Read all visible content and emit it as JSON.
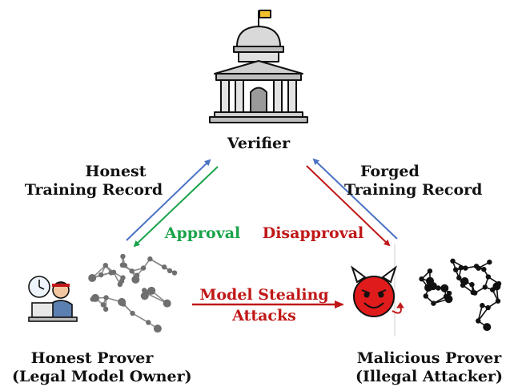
{
  "nodes": {
    "verifier": {
      "label": "Verifier"
    },
    "honest_prover": {
      "line1": "Honest Prover",
      "line2": "(Legal Model Owner)"
    },
    "malicious_prover": {
      "line1": "Malicious Prover",
      "line2": "(Illegal Attacker)"
    }
  },
  "edges": {
    "honest_record": {
      "line1": "Honest",
      "line2": "Training Record"
    },
    "approval": {
      "label": "Approval"
    },
    "forged_record": {
      "line1": "Forged",
      "line2": "Training Record"
    },
    "disapproval": {
      "label": "Disapproval"
    },
    "attack": {
      "line1": "Model Stealing",
      "line2": "Attacks"
    }
  },
  "colors": {
    "blue_arrow": "#4a72c4",
    "green_arrow": "#1aa34a",
    "red_arrow": "#c01818",
    "approval_text": "#1aa34a",
    "disapproval_text": "#c01818",
    "attack_text": "#c01818",
    "devil": "#e01b1b",
    "building": "#c9c9c9",
    "flag": "#f2c12e"
  }
}
